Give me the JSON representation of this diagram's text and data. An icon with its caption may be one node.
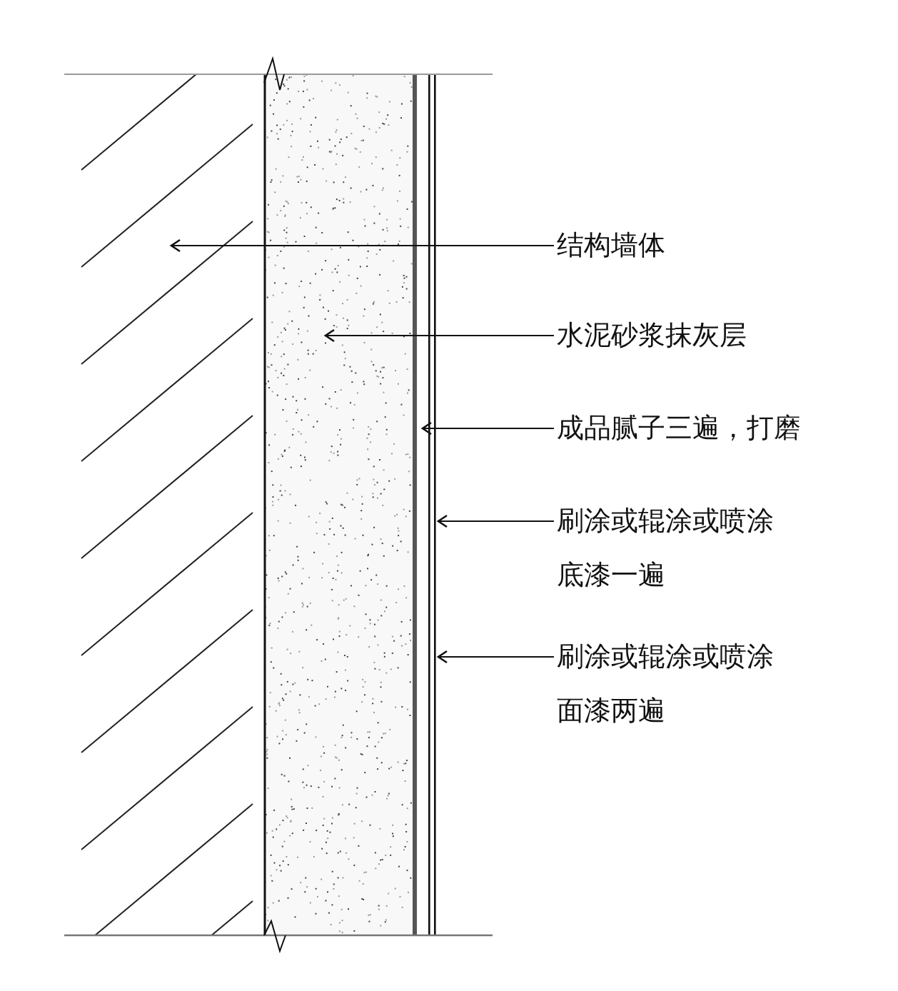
{
  "diagram": {
    "nodes": [
      {
        "text": [
          "结构墙体"
        ]
      },
      {
        "text": [
          "水泥砂浆抹灰层"
        ]
      },
      {
        "text": [
          "成品腻子三遍，打磨"
        ]
      },
      {
        "text": [
          "刷涂或辊涂或喷涂底漆一遍"
        ]
      },
      {
        "text": [
          "刷涂或辊涂或喷涂面漆两遍"
        ]
      },
      {
        "text": [],
        "shape": "box"
      },
      {
        "text": [],
        "shape": "box"
      },
      {
        "text": [],
        "shape": "bar"
      },
      {
        "text": [],
        "shape": "bar"
      },
      {
        "text": [],
        "shape": "bar"
      }
    ],
    "edges": [
      {
        "from": 0,
        "to": 5,
        "arrow": "to"
      },
      {
        "from": 1,
        "to": 6,
        "arrow": "to"
      },
      {
        "from": 2,
        "to": 7,
        "arrow": "to"
      },
      {
        "from": 3,
        "to": 8,
        "arrow": "to"
      },
      {
        "from": 4,
        "to": 9,
        "arrow": "to"
      }
    ]
  }
}
